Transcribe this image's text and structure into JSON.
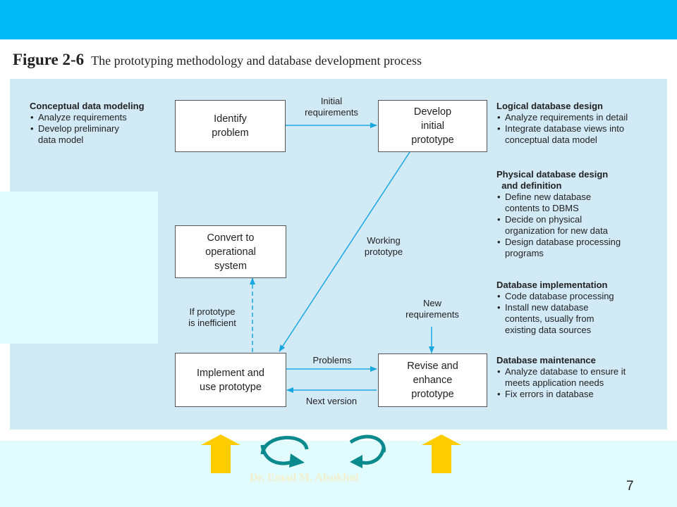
{
  "figure": {
    "number": "Figure 2-6",
    "caption": "The prototyping methodology and database development process"
  },
  "boxes": {
    "identify": "Identify\nproblem",
    "develop": "Develop\ninitial\nprototype",
    "convert": "Convert to\noperational\nsystem",
    "implement": "Implement and\nuse prototype",
    "revise": "Revise and\nenhance\nprototype"
  },
  "arrow_labels": {
    "initial_requirements": "Initial\nrequirements",
    "working_prototype": "Working\nprototype",
    "if_inefficient": "If prototype\nis inefficient",
    "new_requirements": "New\nrequirements",
    "problems": "Problems",
    "next_version": "Next version"
  },
  "notes": {
    "conceptual": {
      "heading": "Conceptual data modeling",
      "items": [
        "Analyze requirements",
        "Develop preliminary\n data model"
      ]
    },
    "logical": {
      "heading": "Logical database design",
      "items": [
        "Analyze requirements in detail",
        "Integrate database views into\nconceptual data model"
      ]
    },
    "physical": {
      "heading": "Physical database design\n  and definition",
      "items": [
        "Define new database\ncontents to DBMS",
        "Decide on physical\norganization for new data",
        "Design database processing\nprograms"
      ]
    },
    "implementation": {
      "heading": "Database implementation",
      "items": [
        "Code database processing",
        "Install new database\ncontents, usually from\nexisting data sources"
      ]
    },
    "maintenance": {
      "heading": "Database maintenance",
      "items": [
        "Analyze database to ensure it\nmeets application needs",
        "Fix errors in database"
      ]
    }
  },
  "colors": {
    "connector": "#1aa7e0",
    "up_arrow": "#ffcc00",
    "cycle_arrow": "#0b8a8e",
    "top_bar": "#00bbf5",
    "figure_bg": "#d2e9f6"
  },
  "watermark": "Dr. Emad M. Alsukhni",
  "page_number": "7"
}
